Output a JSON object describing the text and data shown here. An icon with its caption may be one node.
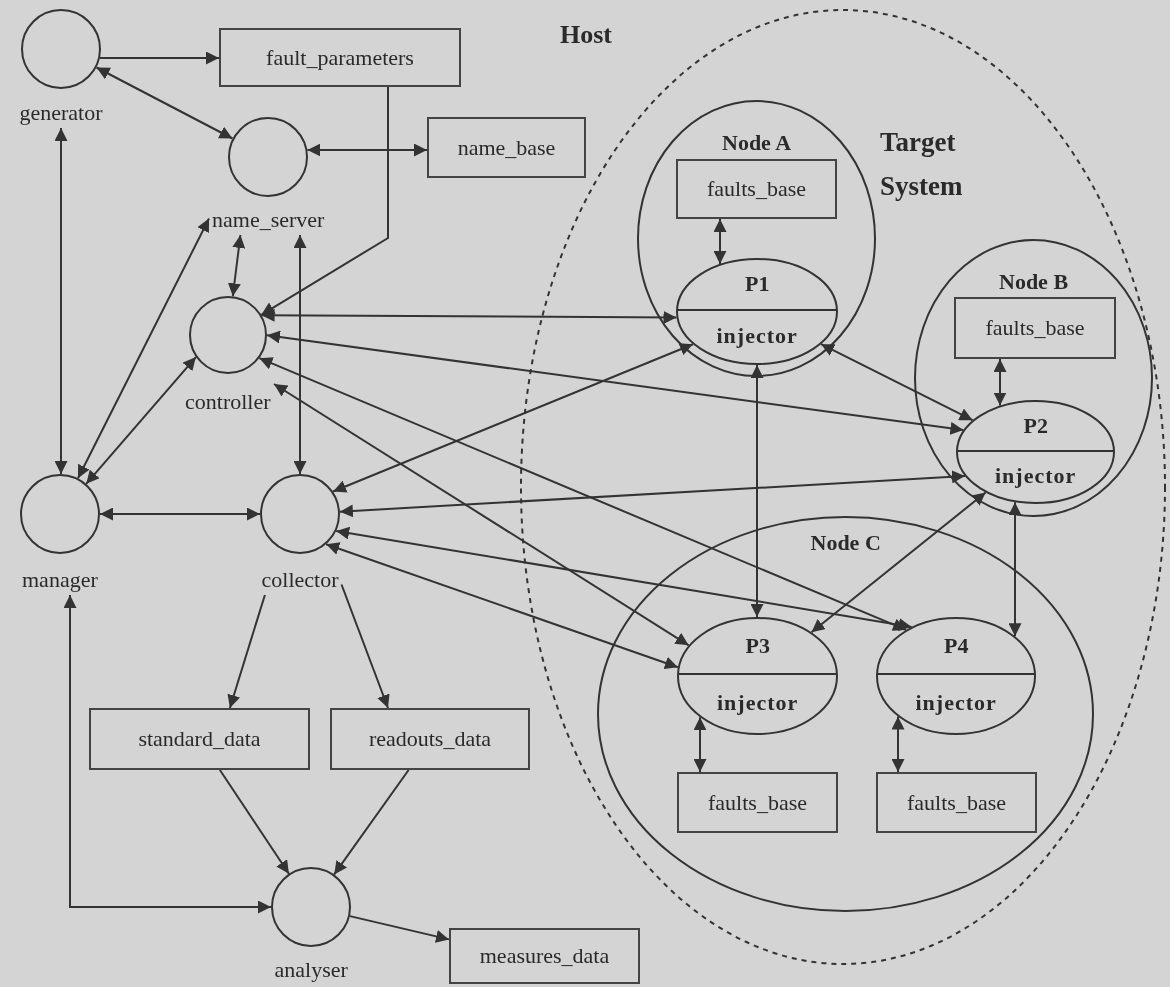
{
  "diagram": {
    "nodes": [
      {
        "text": [
          "generator"
        ]
      },
      {
        "text": [
          "fault_parameters"
        ]
      },
      {
        "text": [
          "name_server"
        ]
      },
      {
        "text": [
          "name_base"
        ]
      },
      {
        "text": [
          "controller"
        ]
      },
      {
        "text": [
          "manager"
        ]
      },
      {
        "text": [
          "collector"
        ]
      },
      {
        "text": [
          "standard_data"
        ]
      },
      {
        "text": [
          "readouts_data"
        ]
      },
      {
        "text": [
          "analyser"
        ]
      },
      {
        "text": [
          "measures_data"
        ]
      },
      {
        "text": [
          "Target System"
        ]
      },
      {
        "text": [
          "Node A"
        ],
        "in": 11
      },
      {
        "text": [
          "faults_base"
        ],
        "in": 12
      },
      {
        "text": [
          "P1",
          "injector"
        ],
        "in": 12
      },
      {
        "text": [
          "Node B"
        ],
        "in": 11
      },
      {
        "text": [
          "faults_base"
        ],
        "in": 15
      },
      {
        "text": [
          "P2",
          "injector"
        ],
        "in": 15
      },
      {
        "text": [
          "Node C"
        ],
        "in": 11
      },
      {
        "text": [
          "P3",
          "injector"
        ],
        "in": 18
      },
      {
        "text": [
          "P4",
          "injector"
        ],
        "in": 18
      },
      {
        "text": [
          "faults_base"
        ],
        "in": 18
      },
      {
        "text": [
          "faults_base"
        ],
        "in": 18
      }
    ],
    "edges": [
      {
        "from": 0,
        "to": 1,
        "arrow": "to"
      },
      {
        "from": 0,
        "to": 2,
        "arrow": "both"
      },
      {
        "from": 0,
        "to": 5,
        "arrow": "both"
      },
      {
        "from": 2,
        "to": 3,
        "arrow": "both"
      },
      {
        "from": 1,
        "to": 4,
        "arrow": "to"
      },
      {
        "from": 2,
        "to": 4,
        "arrow": "both"
      },
      {
        "from": 2,
        "to": 5,
        "arrow": "both"
      },
      {
        "from": 2,
        "to": 6,
        "arrow": "both"
      },
      {
        "from": 4,
        "to": 5,
        "arrow": "both"
      },
      {
        "from": 5,
        "to": 6,
        "arrow": "both"
      },
      {
        "from": 4,
        "to": 14,
        "arrow": "both"
      },
      {
        "from": 4,
        "to": 17,
        "arrow": "both"
      },
      {
        "from": 4,
        "to": 20,
        "arrow": "both"
      },
      {
        "from": 4,
        "to": 19,
        "arrow": "both"
      },
      {
        "from": 6,
        "to": 14,
        "arrow": "both"
      },
      {
        "from": 6,
        "to": 17,
        "arrow": "both"
      },
      {
        "from": 6,
        "to": 20,
        "arrow": "both"
      },
      {
        "from": 6,
        "to": 19,
        "arrow": "both"
      },
      {
        "from": 13,
        "to": 14,
        "arrow": "both"
      },
      {
        "from": 16,
        "to": 17,
        "arrow": "both"
      },
      {
        "from": 14,
        "to": 17,
        "arrow": "both"
      },
      {
        "from": 14,
        "to": 19,
        "arrow": "both"
      },
      {
        "from": 19,
        "to": 17,
        "arrow": "both"
      },
      {
        "from": 17,
        "to": 20,
        "arrow": "both"
      },
      {
        "from": 19,
        "to": 21,
        "arrow": "both"
      },
      {
        "from": 20,
        "to": 22,
        "arrow": "both"
      },
      {
        "from": 6,
        "to": 7,
        "arrow": "to"
      },
      {
        "from": 6,
        "to": 8,
        "arrow": "to"
      },
      {
        "from": 7,
        "to": 9,
        "arrow": "to"
      },
      {
        "from": 8,
        "to": 9,
        "arrow": "to"
      },
      {
        "from": 5,
        "to": 9,
        "arrow": "both"
      },
      {
        "from": 9,
        "to": 10,
        "arrow": "to"
      }
    ],
    "labels": [
      "Host"
    ]
  }
}
